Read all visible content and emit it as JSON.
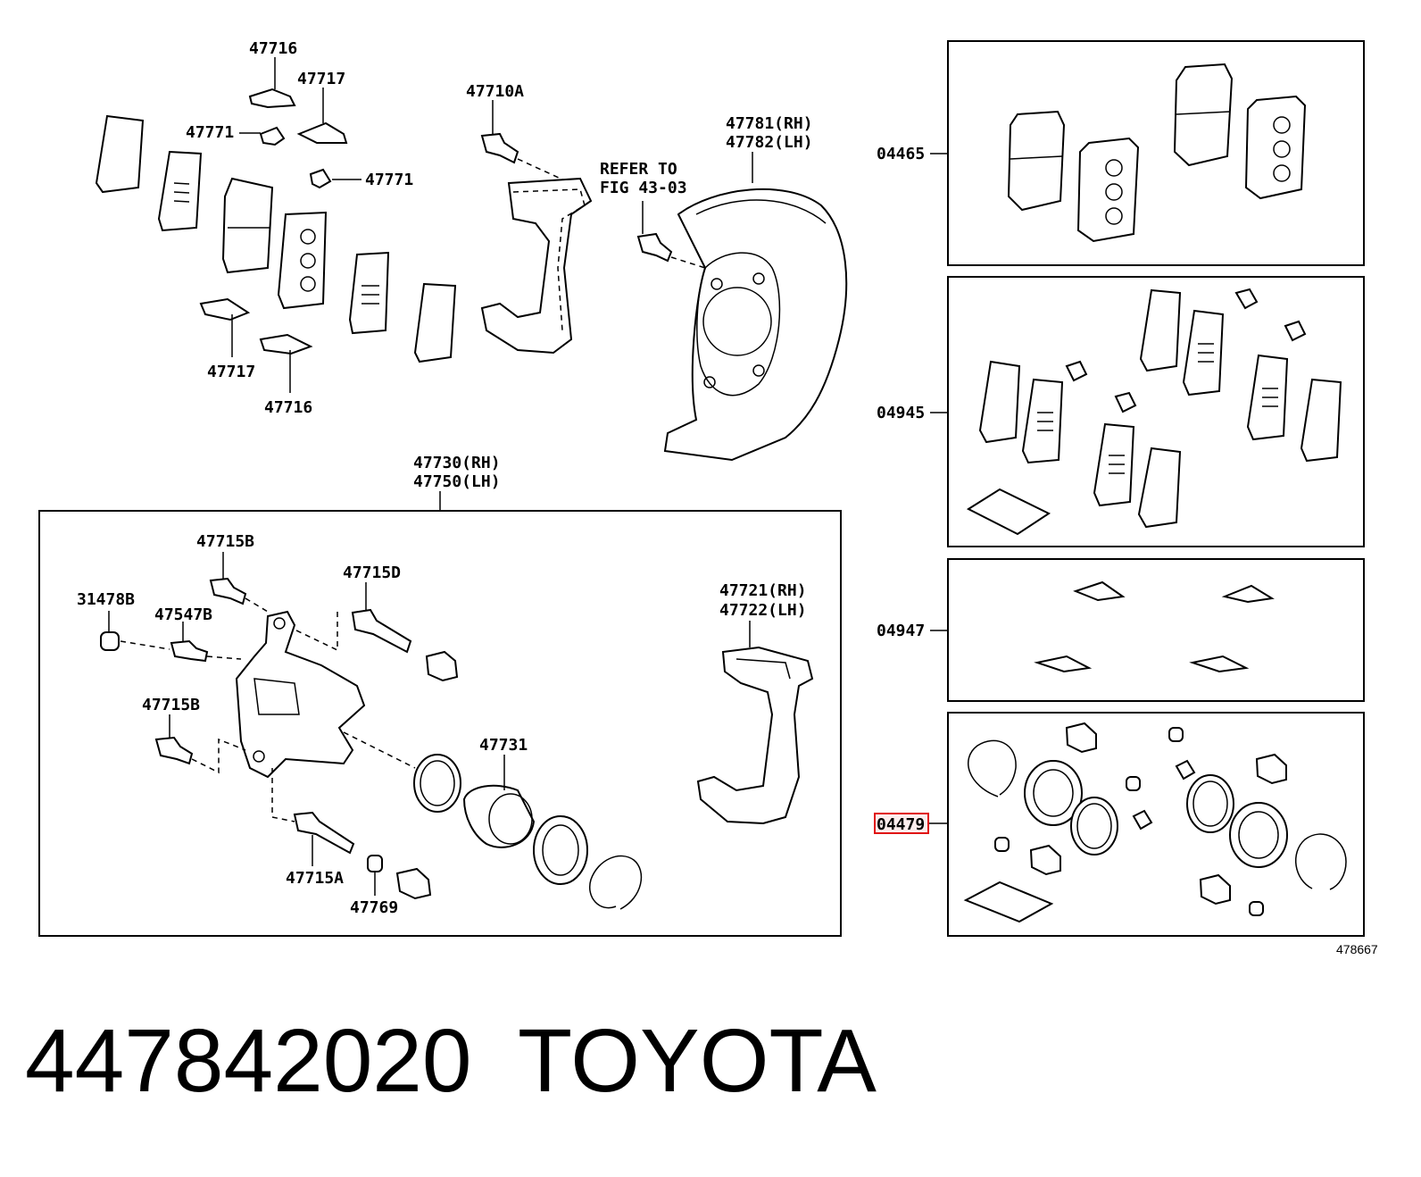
{
  "labels": {
    "l47716_top": "47716",
    "l47717_top": "47717",
    "l47771_a": "47771",
    "l47771_b": "47771",
    "l47717_bot": "47717",
    "l47716_bot": "47716",
    "l47710A": "47710A",
    "refer_line1": "REFER TO",
    "refer_line2": "FIG 43-03",
    "l47781": "47781(RH)",
    "l47782": "47782(LH)",
    "l47730": "47730(RH)",
    "l47750": "47750(LH)",
    "l47715B_a": "47715B",
    "l47715D": "47715D",
    "l31478B": "31478B",
    "l47547B": "47547B",
    "l47715B_b": "47715B",
    "l47731": "47731",
    "l47715A": "47715A",
    "l47769": "47769",
    "l47721": "47721(RH)",
    "l47722": "47722(LH)",
    "k04465": "04465",
    "k04945": "04945",
    "k04947": "04947",
    "k04479": "04479",
    "figure_no": "478667"
  },
  "caption": {
    "part_number": "447842020",
    "brand": "TOYOTA"
  },
  "colors": {
    "line": "#000000",
    "highlight": "#e01010"
  }
}
